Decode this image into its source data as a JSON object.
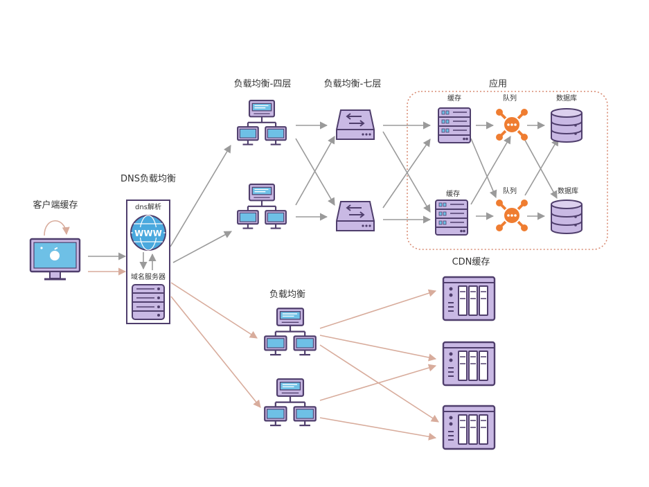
{
  "labels": {
    "client_cache": "客户端缓存",
    "dns_lb": "DNS负载均衡",
    "dns_resolve": "dns解析",
    "www": "WWW",
    "domain_server": "域名服务器",
    "lb_l4": "负载均衡-四层",
    "lb_l7": "负载均衡-七层",
    "app": "应用",
    "cache_top": "缓存",
    "queue_top": "队列",
    "db_top": "数据库",
    "cache_bottom": "缓存",
    "queue_bottom": "队列",
    "db_bottom": "数据库",
    "cdn_cache": "CDN缓存",
    "lb_plain": "负载均衡"
  },
  "colors": {
    "grey_arrow": "#9a9a9a",
    "pink_arrow": "#d8ac9c",
    "outline": "#4f3e6c",
    "monitor_fill": "#c9b9e4",
    "screen_fill": "#6ec0e6",
    "queue_orange": "#ef7d31",
    "app_border": "#d88b73"
  },
  "icons": [
    "desktop-computer-icon",
    "globe-www-icon",
    "server-rack-icon",
    "network-group-icon",
    "switch-router-icon",
    "queue-node-icon",
    "database-cylinder-icon",
    "storage-nas-icon"
  ]
}
